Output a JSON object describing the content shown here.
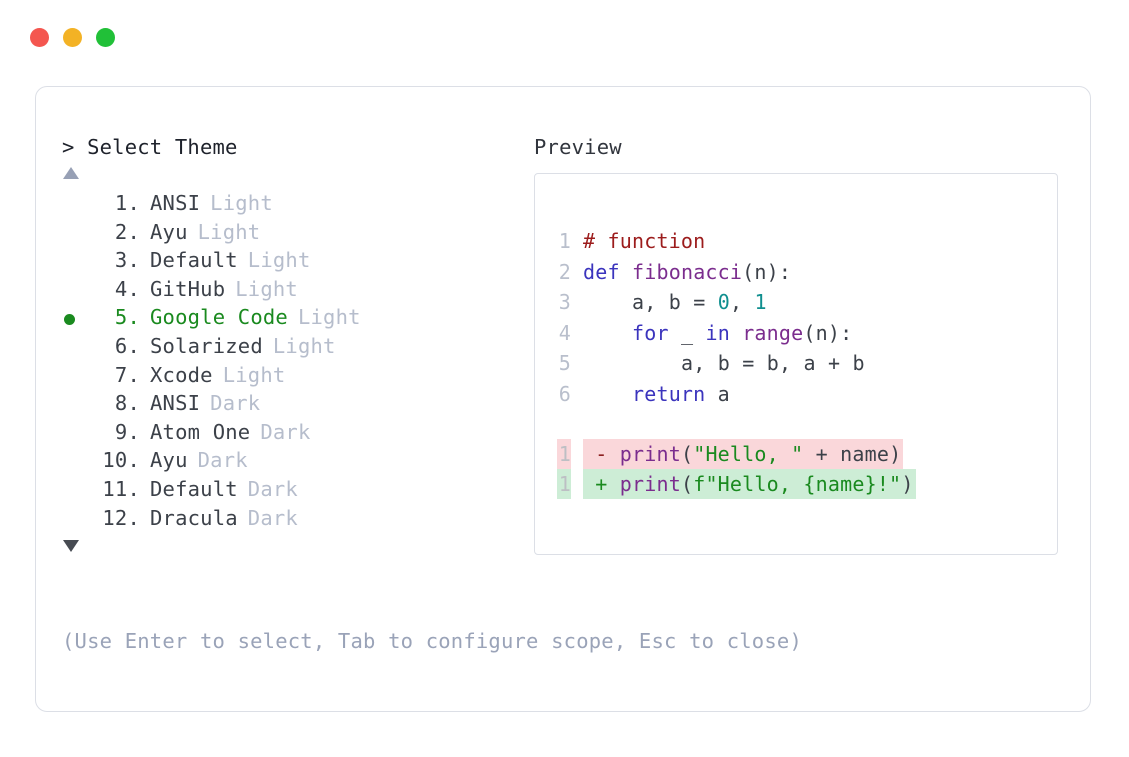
{
  "window": {
    "dots": [
      {
        "name": "close",
        "color": "#f4564f"
      },
      {
        "name": "minimize",
        "color": "#f3b225"
      },
      {
        "name": "maximize",
        "color": "#21c038"
      }
    ]
  },
  "prompt": {
    "header": "> Select Theme",
    "scroll_up": "▲",
    "scroll_down": "▼"
  },
  "preview": {
    "header": "Preview"
  },
  "themes": [
    {
      "index": "1.",
      "name": "ANSI",
      "variant": "Light",
      "selected": false
    },
    {
      "index": "2.",
      "name": "Ayu",
      "variant": "Light",
      "selected": false
    },
    {
      "index": "3.",
      "name": "Default",
      "variant": "Light",
      "selected": false
    },
    {
      "index": "4.",
      "name": "GitHub",
      "variant": "Light",
      "selected": false
    },
    {
      "index": "5.",
      "name": "Google Code",
      "variant": "Light",
      "selected": true
    },
    {
      "index": "6.",
      "name": "Solarized",
      "variant": "Light",
      "selected": false
    },
    {
      "index": "7.",
      "name": "Xcode",
      "variant": "Light",
      "selected": false
    },
    {
      "index": "8.",
      "name": "ANSI",
      "variant": "Dark",
      "selected": false
    },
    {
      "index": "9.",
      "name": "Atom One",
      "variant": "Dark",
      "selected": false
    },
    {
      "index": "10.",
      "name": "Ayu",
      "variant": "Dark",
      "selected": false
    },
    {
      "index": "11.",
      "name": "Default",
      "variant": "Dark",
      "selected": false
    },
    {
      "index": "12.",
      "name": "Dracula",
      "variant": "Dark",
      "selected": false
    }
  ],
  "code": {
    "lines": [
      {
        "num": "1",
        "text": "# function"
      },
      {
        "num": "2",
        "text": "def fibonacci(n):"
      },
      {
        "num": "3",
        "text": "    a, b = 0, 1"
      },
      {
        "num": "4",
        "text": "    for _ in range(n):"
      },
      {
        "num": "5",
        "text": "        a, b = b, a + b"
      },
      {
        "num": "6",
        "text": "    return a"
      }
    ],
    "diff": [
      {
        "num": "1",
        "marker": "-",
        "text": "print(\"Hello, \" + name)",
        "kind": "removed"
      },
      {
        "num": "1",
        "marker": "+",
        "text": "print(f\"Hello, {name}!\")",
        "kind": "added"
      }
    ]
  },
  "hint": "(Use Enter to select, Tab to configure scope, Esc to close)",
  "colors": {
    "accent_selected": "#1a8a1f",
    "variant_muted": "#b6bdcc",
    "hint": "#9aa3b8",
    "border": "#dcdfe6",
    "diff_removed_bg": "#fad7da",
    "diff_added_bg": "#cdedd6",
    "comment": "#9c1c1c",
    "keyword": "#3b34bd",
    "function": "#7b2d8e",
    "number": "#108f8f",
    "string": "#1a8a1f"
  }
}
